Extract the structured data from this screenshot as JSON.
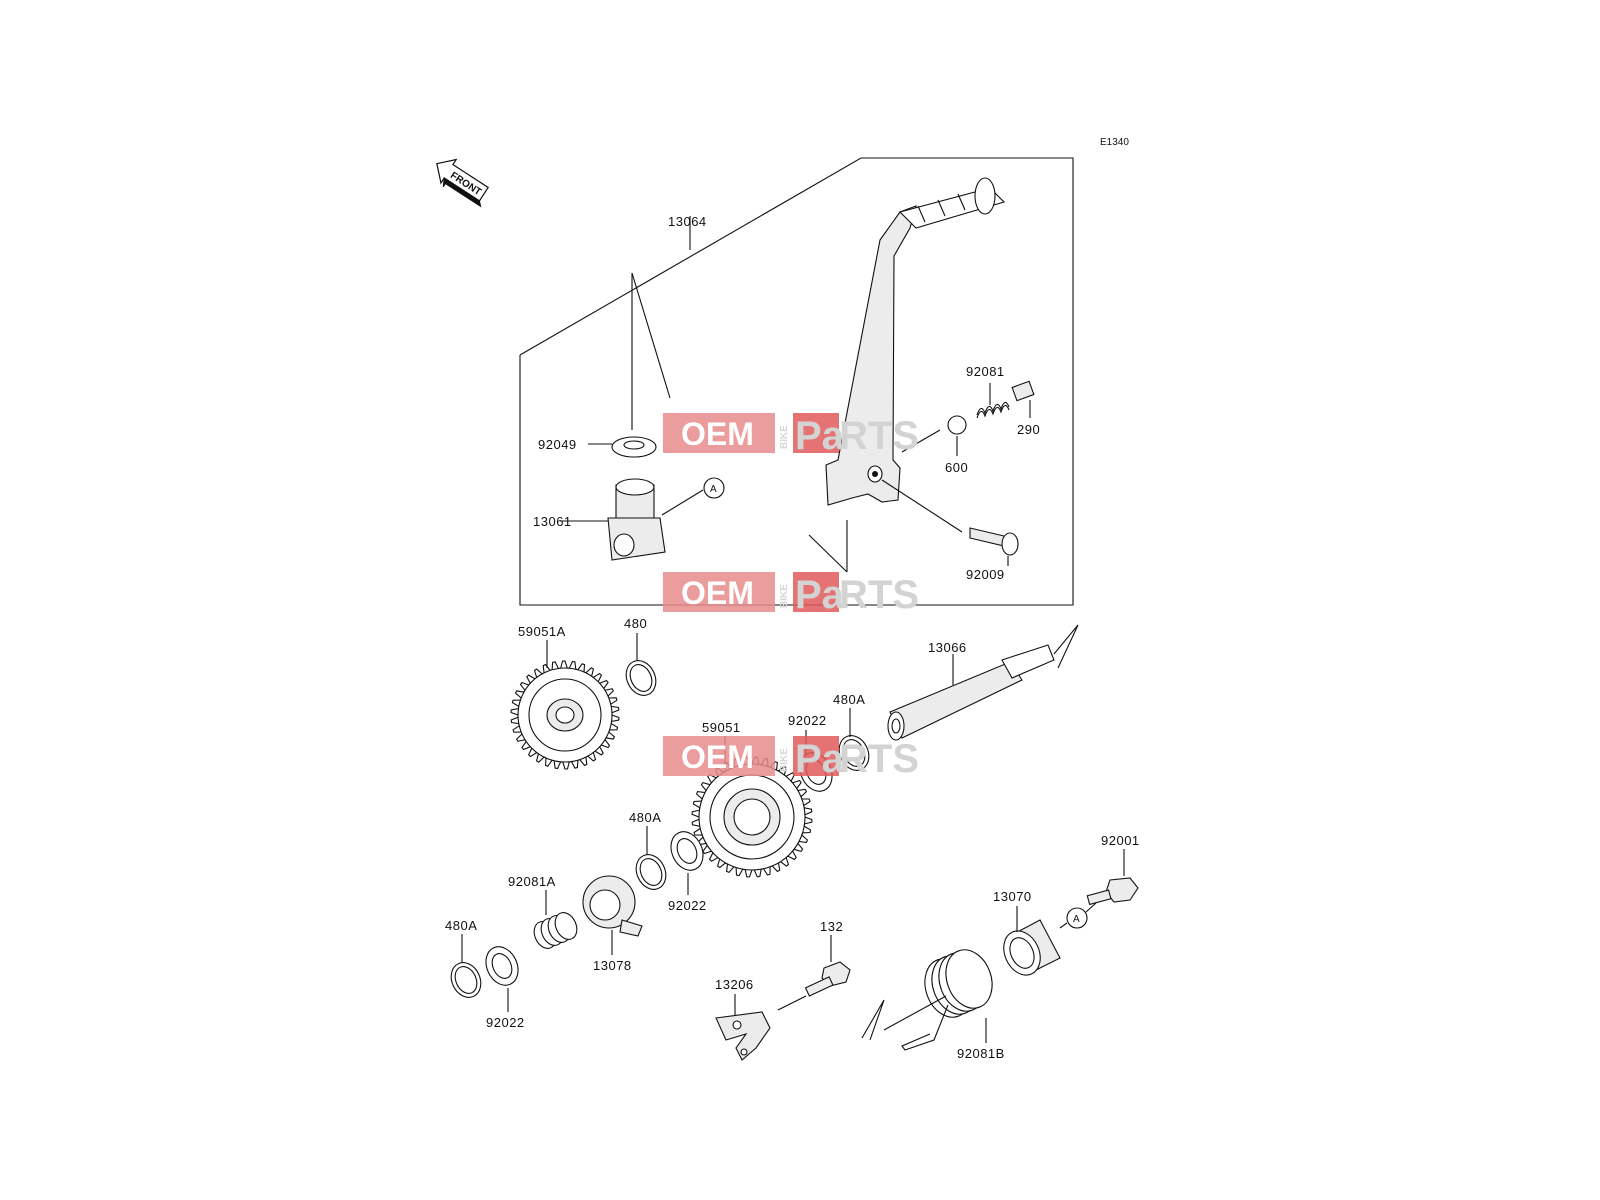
{
  "diagram_code": "E1340",
  "front_arrow": {
    "label": "FRONT",
    "icon": "front-arrow-icon"
  },
  "watermark": {
    "oem": "OEM",
    "bike": "BIKE",
    "pa": "Pa",
    "rts": "RTS",
    "oem_bg": "#e88b8b",
    "pa_bg": "#e05a5a"
  },
  "callout_marker": "A",
  "parts": {
    "p13064": "13064",
    "p92049": "92049",
    "p13061": "13061",
    "p92081": "92081",
    "p290": "290",
    "p600": "600",
    "p92009": "92009",
    "p59051A": "59051A",
    "p480": "480",
    "p13066": "13066",
    "p92022_a": "92022",
    "p480A_a": "480A",
    "p59051": "59051",
    "p480A_b": "480A",
    "p92022_b": "92022",
    "p92081A": "92081A",
    "p480A_c": "480A",
    "p13078": "13078",
    "p92022_c": "92022",
    "p92001": "92001",
    "p13070": "13070",
    "p132": "132",
    "p13206": "13206",
    "p92081B": "92081B"
  }
}
